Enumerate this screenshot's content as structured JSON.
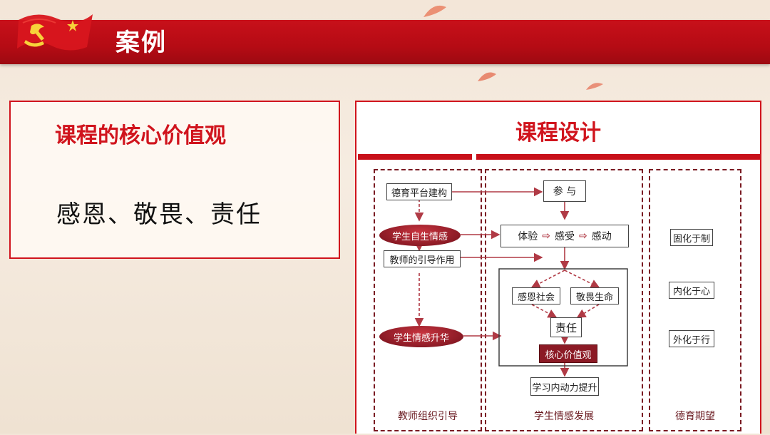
{
  "header": {
    "title": "案例"
  },
  "left_panel": {
    "heading": "课程的核心价值观",
    "values": "感恩、敬畏、责任"
  },
  "right_panel": {
    "heading": "课程设计",
    "columns": {
      "teacher": {
        "label": "教师组织引导",
        "items": {
          "platform": "德育平台建构",
          "self_emotion": "学生自生情感",
          "teacher_role": "教师的引导作用",
          "elevate": "学生情感升华"
        }
      },
      "student": {
        "label": "学生情感发展",
        "items": {
          "participate": "参 与",
          "experience": "体验",
          "feel": "感受",
          "moved": "感动",
          "grateful_society": "感恩社会",
          "revere_life": "敬畏生命",
          "responsibility": "责任",
          "core_values": "核心价值观",
          "motivation": "学习内动力提升"
        }
      },
      "moral": {
        "label": "德育期望",
        "items": {
          "institution": "固化于制",
          "internalize": "内化于心",
          "externalize": "外化于行"
        }
      }
    }
  },
  "colors": {
    "brand_red": "#c8101a",
    "diagram_red": "#8b1a25",
    "arrow": "#b03a45"
  }
}
